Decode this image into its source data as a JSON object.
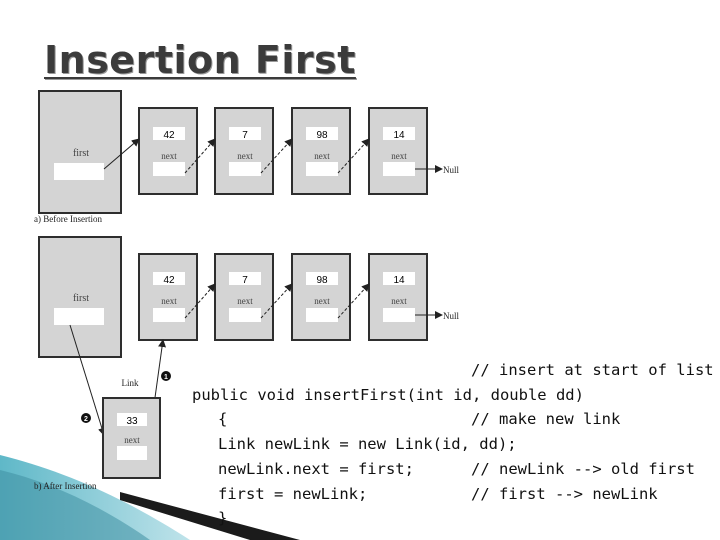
{
  "title": "Insertion First",
  "before": {
    "caption": "a) Before Insertion",
    "first_label": "first",
    "nodes": [
      {
        "value": "42",
        "next_label": "next"
      },
      {
        "value": "7",
        "next_label": "next"
      },
      {
        "value": "98",
        "next_label": "next"
      },
      {
        "value": "14",
        "next_label": "next"
      }
    ],
    "null_label": "Null"
  },
  "after": {
    "caption": "b) After Insertion",
    "first_label": "first",
    "nodes": [
      {
        "value": "42",
        "next_label": "next"
      },
      {
        "value": "7",
        "next_label": "next"
      },
      {
        "value": "98",
        "next_label": "next"
      },
      {
        "value": "14",
        "next_label": "next"
      }
    ],
    "null_label": "Null",
    "new_link": {
      "label": "Link",
      "value": "33",
      "next_label": "next"
    },
    "step_1": "1",
    "step_2": "2"
  },
  "code": {
    "comment_1": "// insert at start of list",
    "line_1": "public void insertFirst(int id, double dd)",
    "line_2": "{",
    "comment_2": "// make new link",
    "line_3": "Link newLink = new Link(id, dd);",
    "line_4": "newLink.next = first;",
    "comment_4": "// newLink --> old first",
    "line_5": "first = newLink;",
    "comment_5": "// first --> newLink",
    "line_6": "}"
  }
}
